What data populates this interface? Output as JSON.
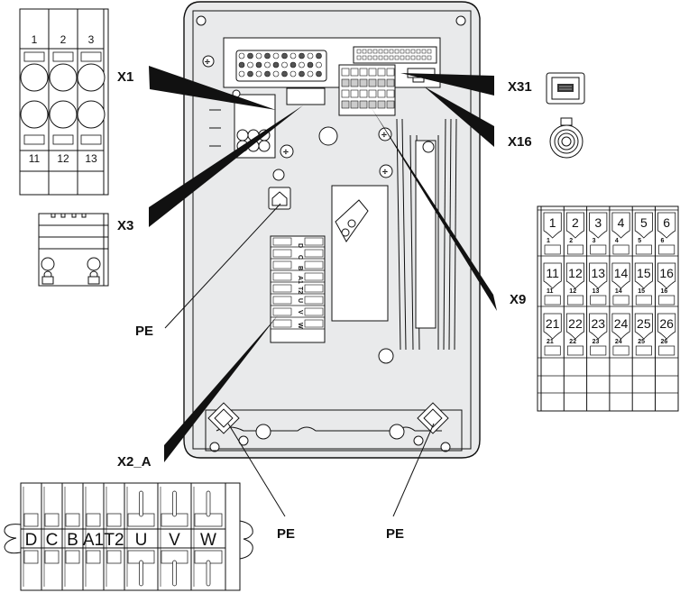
{
  "diagram": {
    "title": "Drive connection terminals overview",
    "labels": {
      "x1": "X1",
      "x3": "X3",
      "pe_left": "PE",
      "x2a": "X2_A",
      "x31": "X31",
      "x16": "X16",
      "x9": "X9",
      "pe_bottom_left": "PE",
      "pe_bottom_right": "PE"
    },
    "x1_terminal": {
      "top_numbers": [
        "1",
        "2",
        "3"
      ],
      "bottom_numbers": [
        "11",
        "12",
        "13"
      ]
    },
    "x9_terminal": {
      "rows": [
        [
          "1",
          "2",
          "3",
          "4",
          "5",
          "6"
        ],
        [
          "11",
          "12",
          "13",
          "14",
          "15",
          "16"
        ],
        [
          "21",
          "22",
          "23",
          "24",
          "25",
          "26"
        ]
      ]
    },
    "x2a_terminal": {
      "pins": [
        "D",
        "C",
        "B",
        "A1",
        "T2",
        "U",
        "V",
        "W"
      ]
    },
    "colors": {
      "housing_fill": "#e9eaeb",
      "line": "#111111",
      "background": "#ffffff"
    }
  }
}
